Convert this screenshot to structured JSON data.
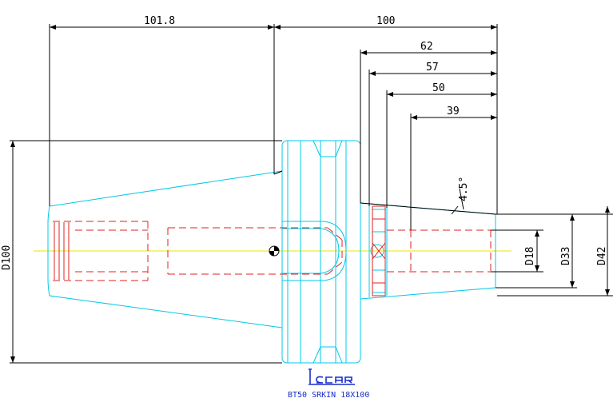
{
  "colors": {
    "dimension": "#000000",
    "outline": "#00c8e8",
    "hidden": "#e02020",
    "centerline": "#e8e800",
    "brand": "#1a2fc9"
  },
  "dimensions": {
    "length_total": "101.8",
    "length_100": "100",
    "length_62": "62",
    "length_57": "57",
    "length_50": "50",
    "length_39": "39",
    "angle": "4.5°",
    "dia_100": "D100",
    "dia_18": "D18",
    "dia_33": "D33",
    "dia_42": "D42"
  },
  "logo": {
    "text": "ISCAR"
  },
  "caption": "BT50  SRKIN 18X100"
}
